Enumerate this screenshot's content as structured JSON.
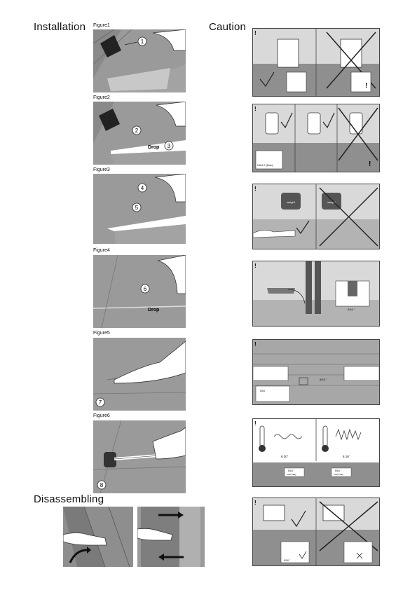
{
  "headings": {
    "installation": "Installation",
    "caution": "Caution",
    "disassembling": "Disassembling"
  },
  "figures": [
    {
      "label": "Figure1",
      "steps": [
        "1"
      ]
    },
    {
      "label": "Figure2",
      "steps": [
        "2",
        "3"
      ],
      "drop": "Drop"
    },
    {
      "label": "Figure3",
      "steps": [
        "4",
        "5"
      ]
    },
    {
      "label": "Figure4",
      "steps": [
        "6"
      ],
      "drop": "Drop"
    },
    {
      "label": "Figure5",
      "steps": [
        "7"
      ]
    },
    {
      "label": "Figure6",
      "steps": [
        "8"
      ]
    }
  ],
  "caution": {
    "mark": "!",
    "weight_label": "weight",
    "chair_note": "5.5x2.7 (6mm)",
    "gap_a": "5/16 \"",
    "gap_b": "5/16 \"",
    "gap_c": "5/16 \"",
    "gap_d": "5/16 \"",
    "temp_left": "6   30'",
    "temp_right": "6   16'",
    "exp_left": "5/16 \"",
    "exp_left_sub": "each way",
    "exp_right": "5/16 \"",
    "exp_right_sub": "each way",
    "gap_bottom": "5/16 \""
  }
}
